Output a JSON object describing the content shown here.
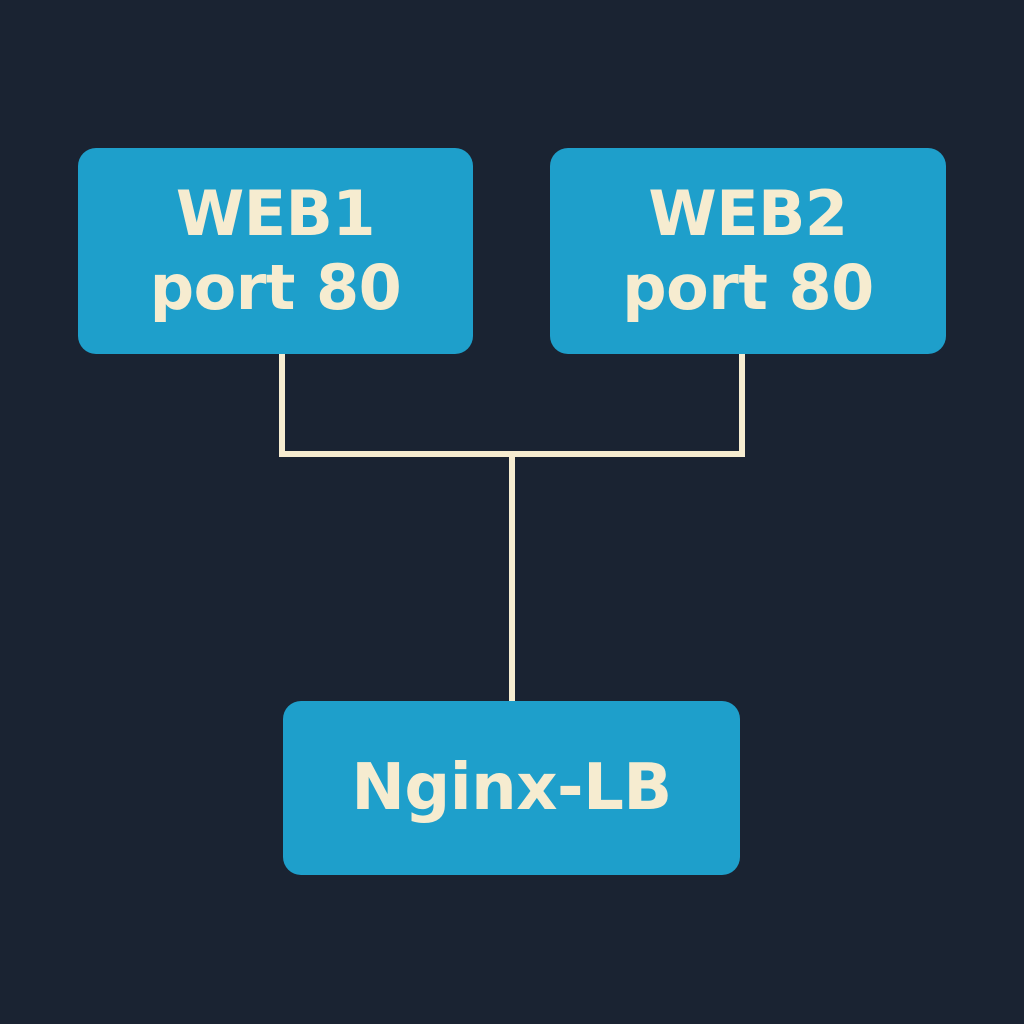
{
  "colors": {
    "background": "#1a2332",
    "node_fill": "#1e9fcb",
    "text": "#f6ecd0",
    "connector": "#f6ecd0"
  },
  "nodes": {
    "web1": {
      "name": "WEB1",
      "port": "port 80"
    },
    "web2": {
      "name": "WEB2",
      "port": "port 80"
    },
    "load_balancer": {
      "name": "Nginx-LB"
    }
  }
}
